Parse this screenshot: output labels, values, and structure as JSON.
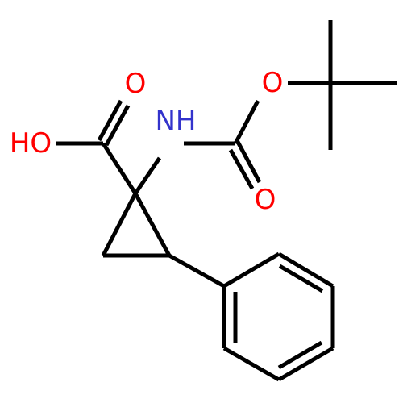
{
  "molecule": {
    "colors": {
      "bond": "#000000",
      "oxygen": "#ff0000",
      "nitrogen": "#3333cc"
    },
    "labels": {
      "hydroxyl": "HO",
      "acid_carbonyl_o": "O",
      "amine": "NH",
      "ester_o": "O",
      "carbamate_carbonyl_o": "O"
    }
  }
}
